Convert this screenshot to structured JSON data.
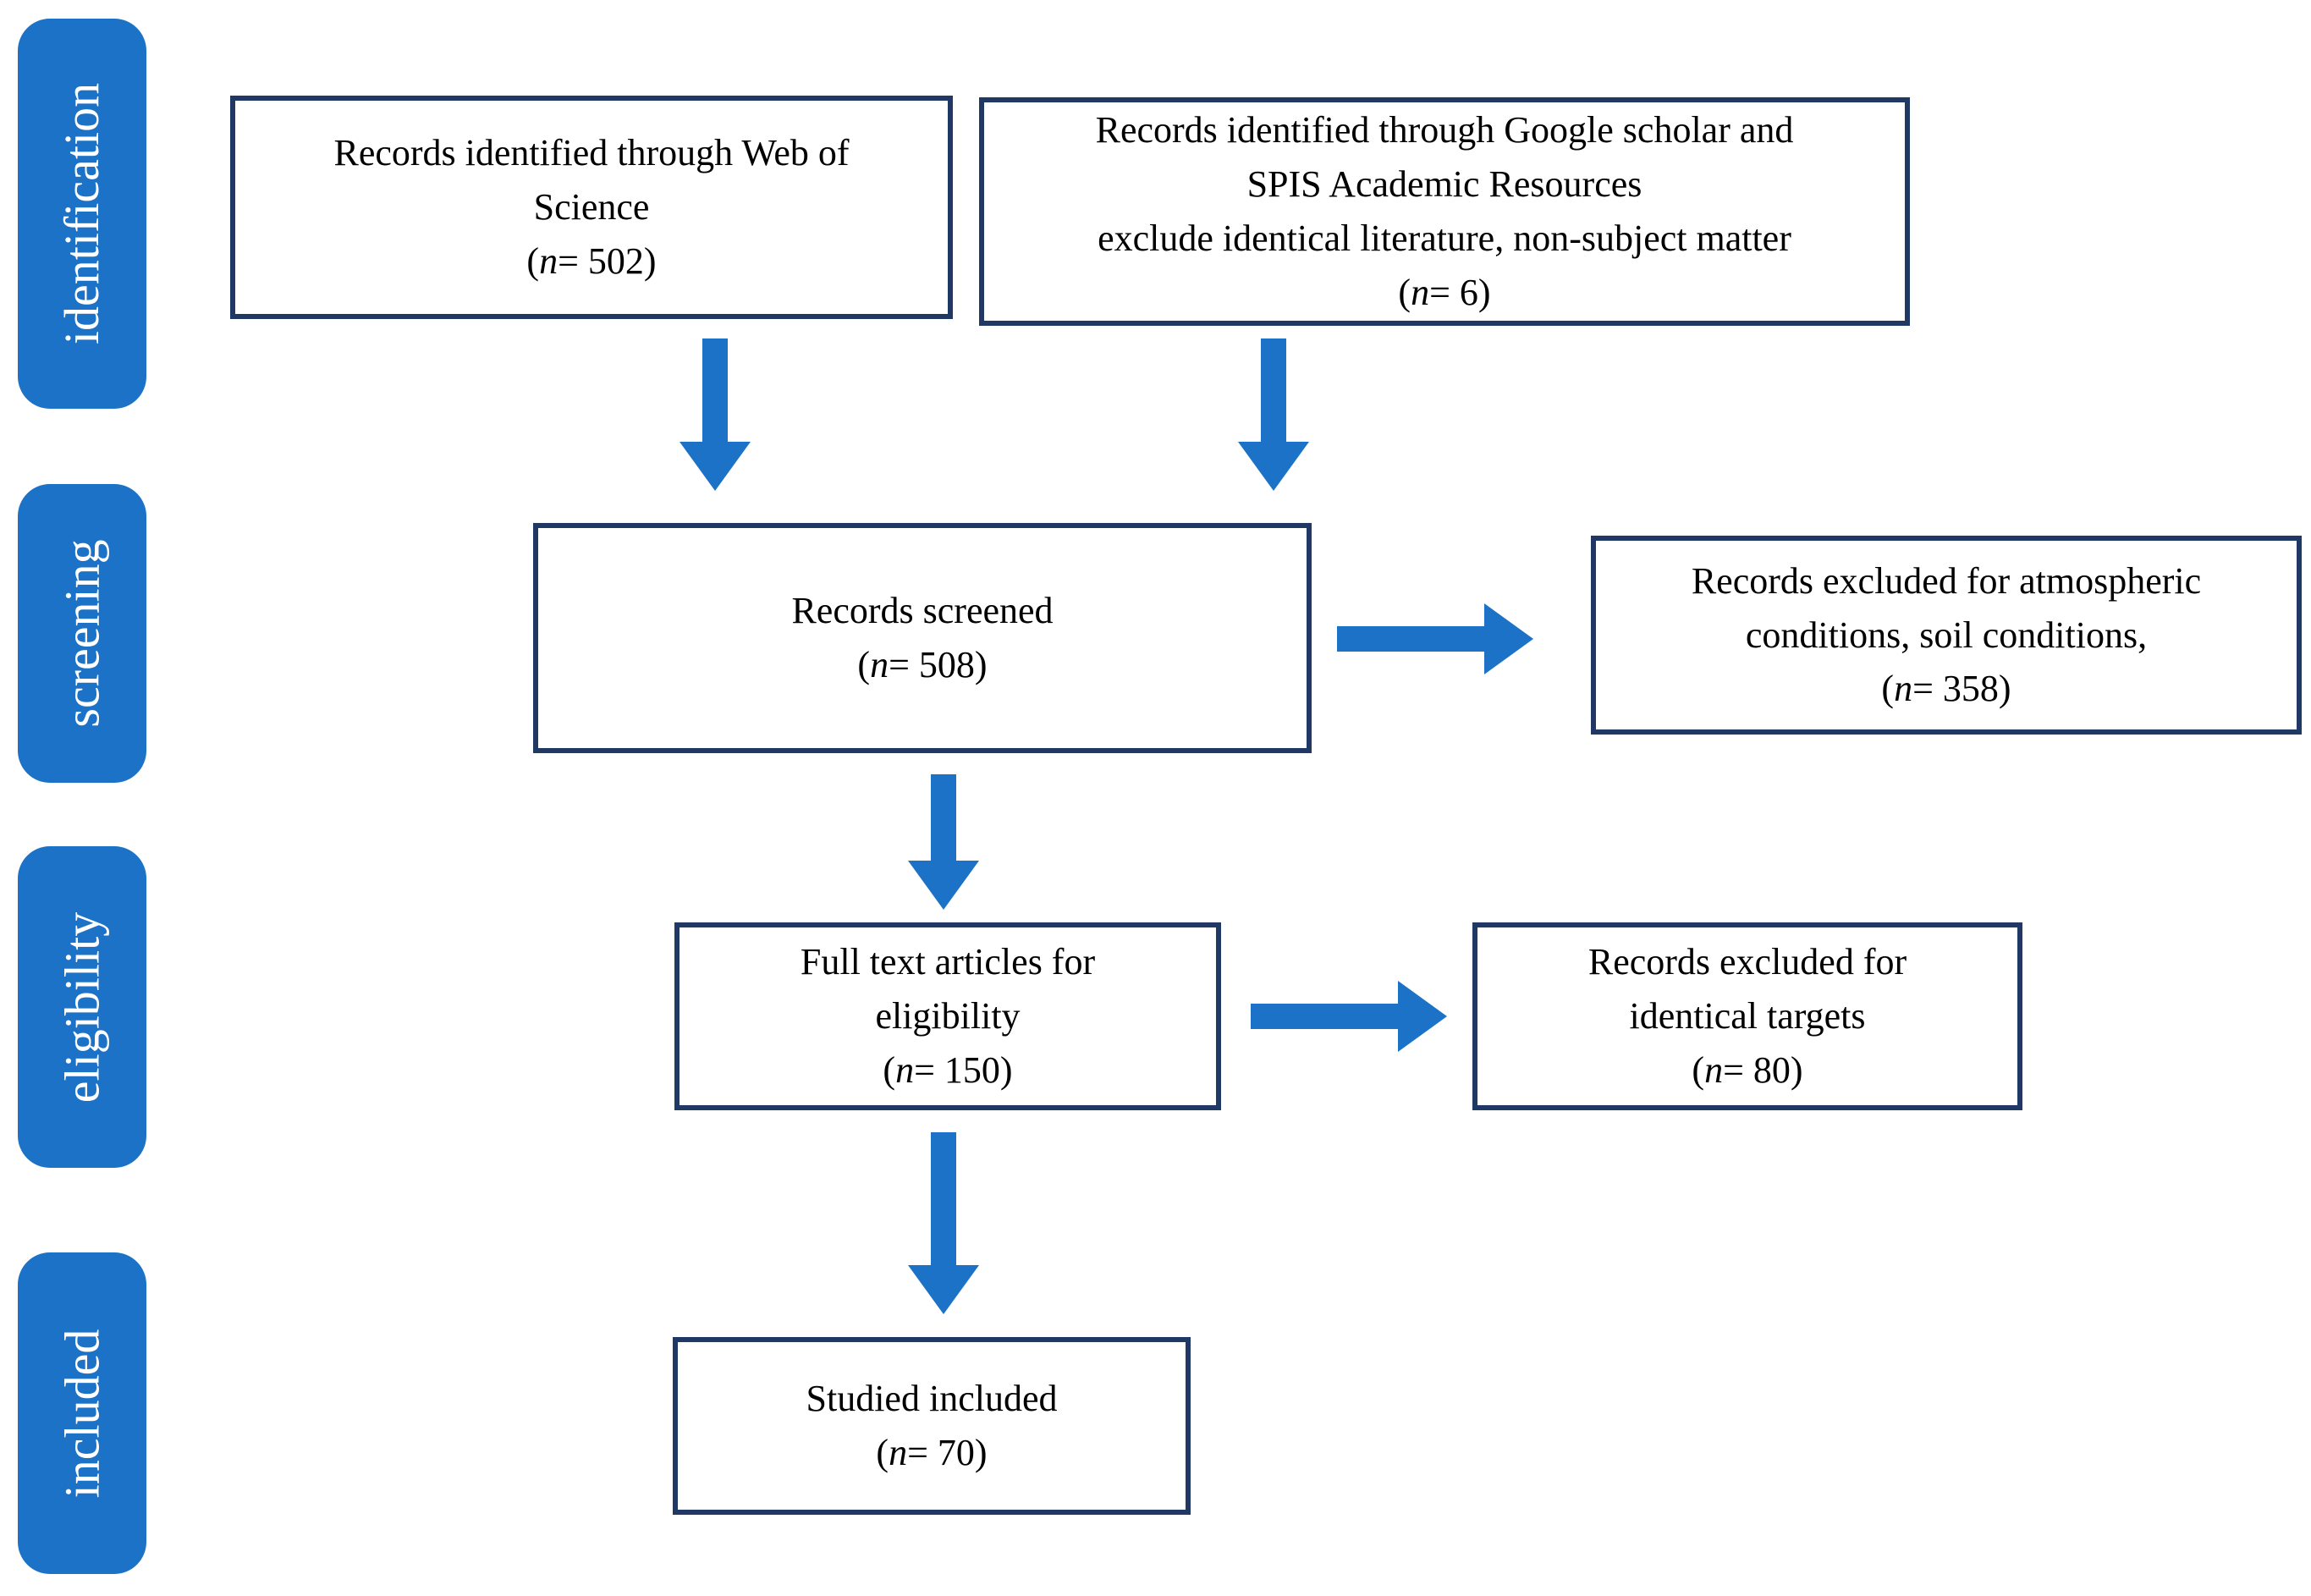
{
  "colors": {
    "accent": "#1C72C6",
    "box_border": "#1F3864",
    "text": "#000000",
    "sidebar_text": "#FFFFFF",
    "background": "#FFFFFF"
  },
  "sidebar": {
    "items": [
      {
        "label": "identification"
      },
      {
        "label": "screening"
      },
      {
        "label": "eligibility"
      },
      {
        "label": "included"
      }
    ]
  },
  "boxes": {
    "wos": {
      "label": "Records identified through Web of\nScience",
      "n_parts": [
        "(",
        "n",
        "= 502",
        ")"
      ]
    },
    "google": {
      "label": "Records identified through Google scholar and\nSPIS Academic Resources\nexclude identical literature, non-subject matter",
      "n_parts": [
        "(",
        "n",
        "= 6",
        ")"
      ]
    },
    "screened": {
      "label": "Records screened",
      "n_parts": [
        "(",
        "n",
        "= 508",
        ")"
      ]
    },
    "excluded_atmospheric": {
      "label": "Records excluded for atmospheric\nconditions, soil conditions,",
      "n_parts": [
        "(",
        "n",
        "= 358",
        ")"
      ]
    },
    "fulltext": {
      "label": "Full text articles for\neligibility",
      "n_parts": [
        "(",
        "n",
        "= 150",
        ")"
      ]
    },
    "excluded_targets": {
      "label": "Records excluded for\nidentical targets",
      "n_parts": [
        "(",
        "n",
        "= 80",
        ")"
      ]
    },
    "included": {
      "label": "Studied included",
      "n_parts": [
        "(",
        "n",
        "= 70",
        ")"
      ]
    }
  }
}
